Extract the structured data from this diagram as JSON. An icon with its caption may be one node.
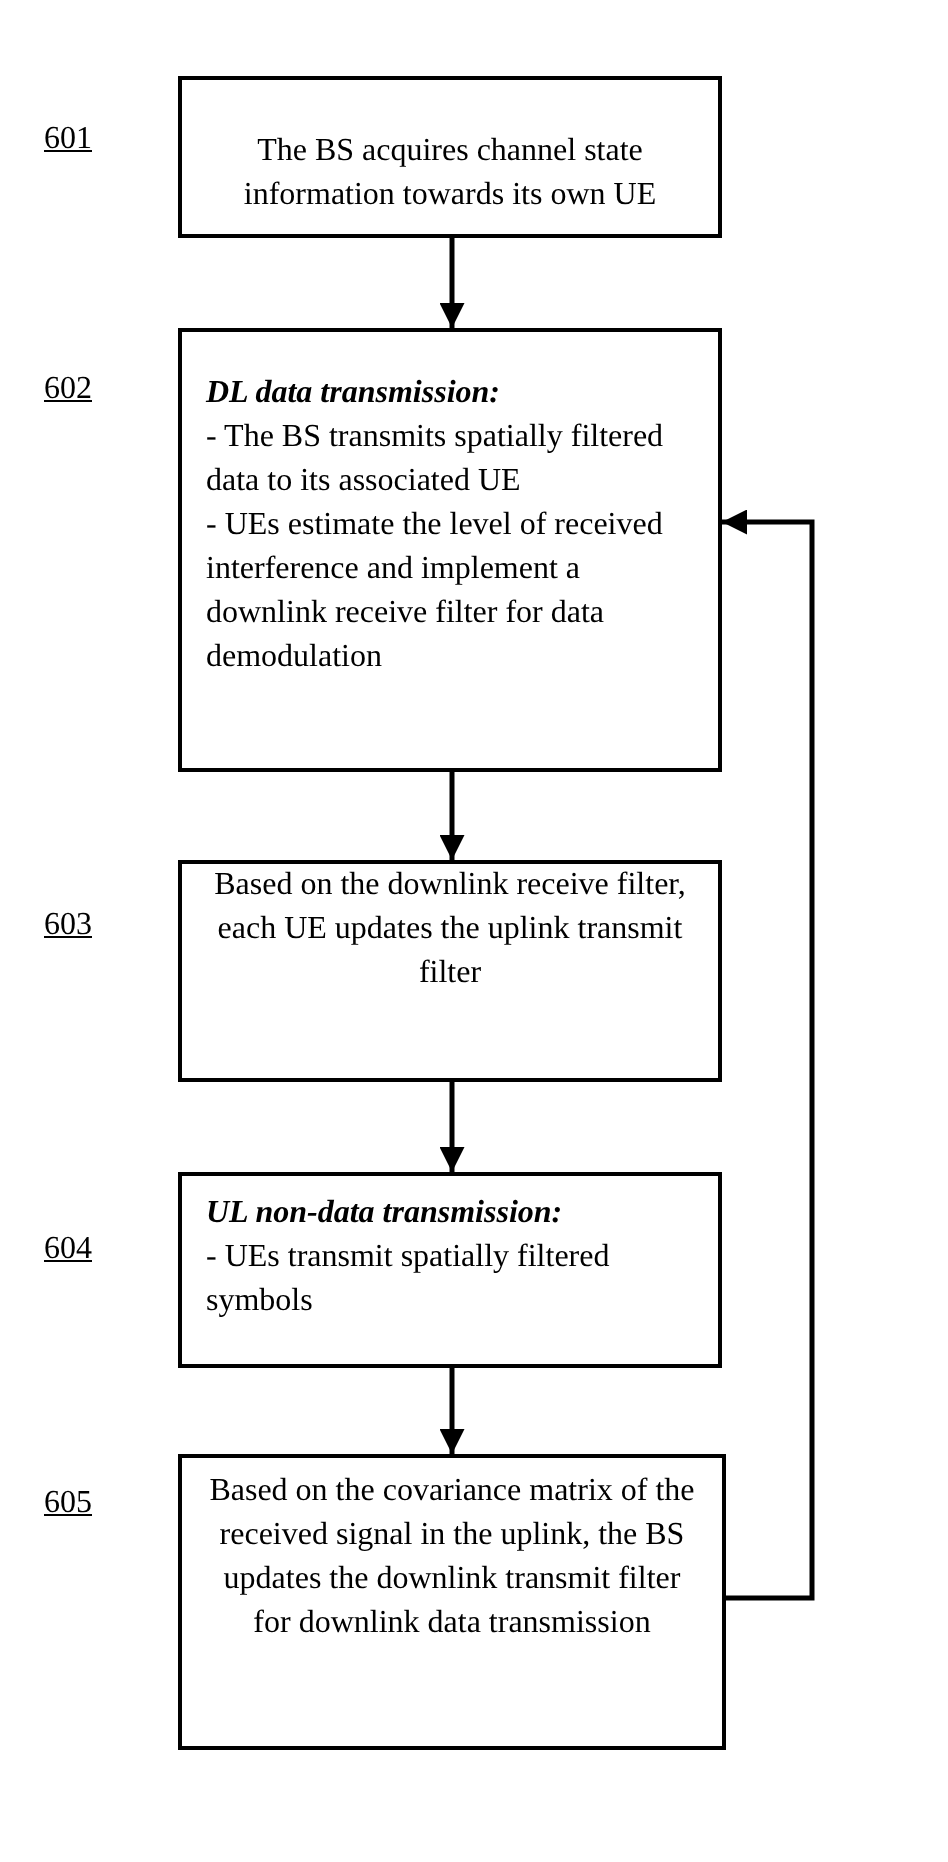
{
  "diagram": {
    "nodes": [
      {
        "text": [
          "The BS acquires channel state information towards its own UE"
        ],
        "beside": [
          "601"
        ]
      },
      {
        "text": [
          "DL data transmission:",
          "- The BS transmits spatially filtered data to its associated UE",
          "- UEs estimate the level of received interference and implement a downlink receive filter for data demodulation"
        ],
        "beside": [
          "602"
        ]
      },
      {
        "text": [
          "Based on the downlink receive filter, each UE updates the uplink transmit filter"
        ],
        "beside": [
          "603"
        ]
      },
      {
        "text": [
          "UL non-data transmission:",
          "- UEs transmit spatially filtered symbols"
        ],
        "beside": [
          "604"
        ]
      },
      {
        "text": [
          "Based on the covariance matrix of the received signal in the uplink, the BS updates the downlink transmit filter for downlink data transmission"
        ],
        "beside": [
          "605"
        ]
      }
    ],
    "edges": [
      {
        "from": 0,
        "to": 1,
        "arrow": "to"
      },
      {
        "from": 1,
        "to": 2,
        "arrow": "to"
      },
      {
        "from": 2,
        "to": 3,
        "arrow": "to"
      },
      {
        "from": 3,
        "to": 4,
        "arrow": "to"
      },
      {
        "from": 4,
        "to": 1,
        "arrow": "to"
      }
    ]
  }
}
